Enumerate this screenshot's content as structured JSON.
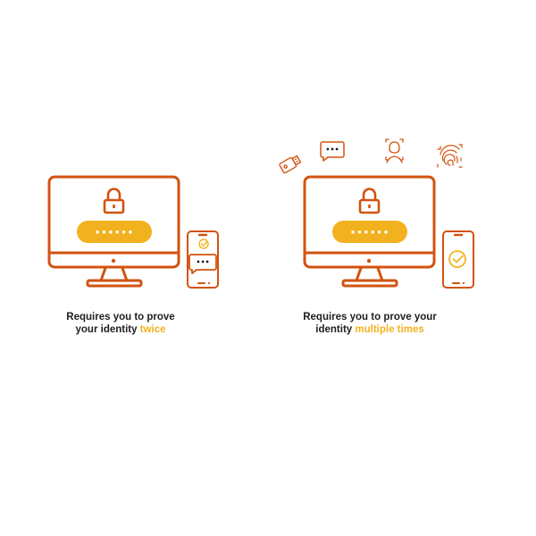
{
  "colors": {
    "primary": "#d2530f",
    "accent": "#f2b21f",
    "text": "#1f1f1f",
    "background": "#ffffff"
  },
  "left": {
    "password_mask": "••••••",
    "chat_dots": "•••",
    "caption_line1": "Requires you to prove",
    "caption_line2_prefix": "your identity ",
    "caption_highlight": "twice",
    "icons": [
      "monitor-icon",
      "lock-icon",
      "smartphone-icon",
      "check-icon",
      "chat-bubble-icon"
    ]
  },
  "right": {
    "password_mask": "••••••",
    "chat_dots": "•••",
    "caption_line1": "Requires you to prove your",
    "caption_line2_prefix": "identity ",
    "caption_highlight": "multiple times",
    "icons": [
      "monitor-icon",
      "lock-icon",
      "smartphone-icon",
      "check-icon",
      "usb-key-icon",
      "chat-bubble-icon",
      "face-scan-icon",
      "fingerprint-icon"
    ]
  }
}
